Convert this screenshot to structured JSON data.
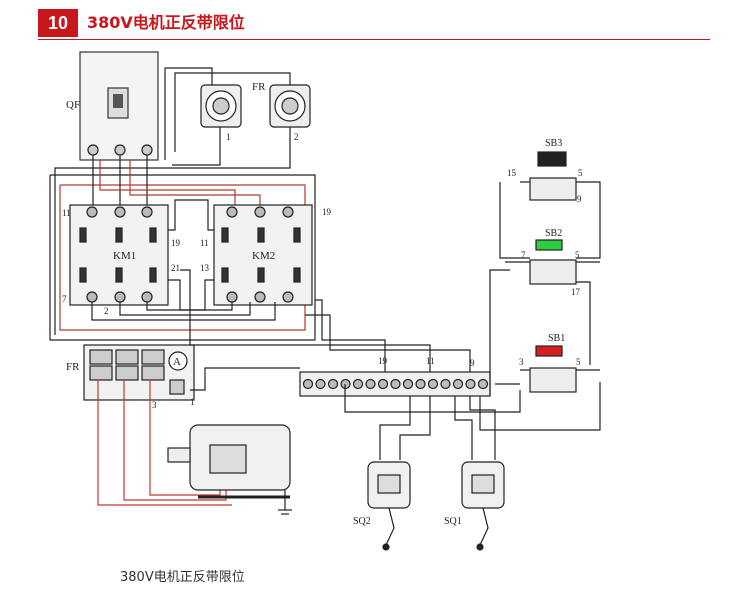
{
  "header": {
    "number": "10",
    "title": "380V电机正反带限位"
  },
  "labels": {
    "qf": "QF",
    "fr_top": "FR",
    "fr_top_1": "1",
    "fr_top_2": "2",
    "km1": "KM1",
    "km2": "KM2",
    "n11_a": "11",
    "n7_a": "7",
    "n2_a": "2",
    "n19_a": "19",
    "n21": "21",
    "n11_b": "11",
    "n13": "13",
    "n19_b": "19",
    "fr_bottom": "FR",
    "fr_3": "3",
    "fr_1": "1",
    "ammeter": "A",
    "sb3": "SB3",
    "sb3_15": "15",
    "sb3_5": "5",
    "sb3_9": "9",
    "sb2": "SB2",
    "sb2_7": "7",
    "sb2_5": "5",
    "sb2_17": "17",
    "sb1": "SB1",
    "sb1_3": "3",
    "sb1_5": "5",
    "tb_19": "19",
    "tb_11": "11",
    "tb_9": "9",
    "sq2": "SQ2",
    "sq1": "SQ1"
  },
  "colors": {
    "accent": "#c8161d",
    "wire": "#222222",
    "red_wire": "#c0392b",
    "green_button": "#2ecc40",
    "red_button": "#d42020"
  },
  "caption": "380V电机正反带限位"
}
